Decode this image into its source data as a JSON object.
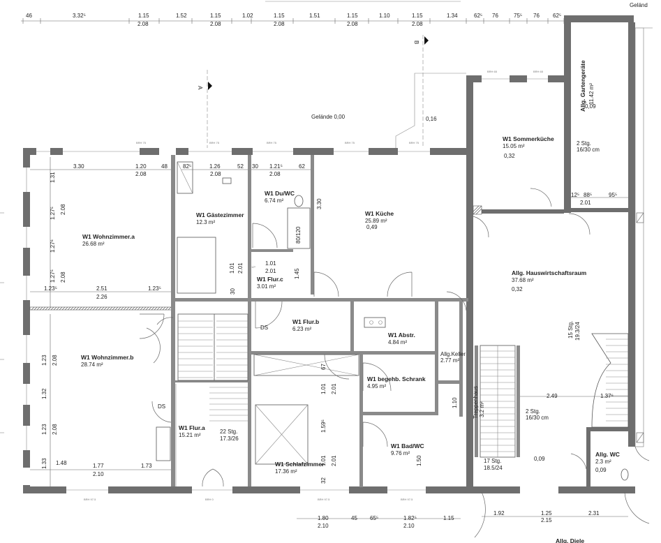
{
  "labels": {
    "gelaende_top": "Geländ",
    "gelaende_mid": "Gelände 0,00",
    "section_a": "A",
    "section_b": "B",
    "ds1": "DS",
    "ds2": "DS",
    "bottom_label": "Allg. Diele"
  },
  "rooms": [
    {
      "id": "wohnzimmer-a",
      "name": "W1 Wohnzimmer.a",
      "area": "26.68 m²",
      "level": ""
    },
    {
      "id": "wohnzimmer-b",
      "name": "W1 Wohnzimmer.b",
      "area": "28.74 m²",
      "level": ""
    },
    {
      "id": "gaestezimmer",
      "name": "W1 Gästezimmer",
      "area": "12.3 m²",
      "level": ""
    },
    {
      "id": "du-wc",
      "name": "W1 Du/WC",
      "area": "6.74 m²",
      "level": ""
    },
    {
      "id": "kueche",
      "name": "W1 Küche",
      "area": "25.89 m²",
      "level": "0,49"
    },
    {
      "id": "sommerkueche",
      "name": "W1 Sommerküche",
      "area": "15.05 m²",
      "level": "0,32"
    },
    {
      "id": "hauswirtschaft",
      "name": "Allg. Hauswirtschaftsraum",
      "area": "37.68 m²",
      "level": "0,32"
    },
    {
      "id": "flur-c",
      "name": "W1 Flur.c",
      "area": "3.01 m²",
      "level": ""
    },
    {
      "id": "flur-b",
      "name": "W1 Flur.b",
      "area": "6.23 m²",
      "level": ""
    },
    {
      "id": "abstr",
      "name": "W1 Abstr.",
      "area": "4.84 m²",
      "level": ""
    },
    {
      "id": "allg-keller",
      "name": "Allg.Keller",
      "area": "2.77 m²",
      "level": ""
    },
    {
      "id": "schrank",
      "name": "W1 begehb. Schrank",
      "area": "4.95 m²",
      "level": ""
    },
    {
      "id": "bad-wc",
      "name": "W1 Bad/WC",
      "area": "9.76 m²",
      "level": ""
    },
    {
      "id": "schlafzimmer",
      "name": "W1 Schlafzimmer",
      "area": "17.36 m²",
      "level": ""
    },
    {
      "id": "flur-a",
      "name": "W1 Flur.a",
      "area": "15.21 m²",
      "level": ""
    },
    {
      "id": "allg-wc",
      "name": "Allg. WC",
      "area": "2.3 m²",
      "level": "0,09"
    }
  ],
  "gartengeraete": {
    "name": "Allg. Gartengeräte",
    "area": "11.42 m²",
    "level": "0,09"
  },
  "treppenhaus": {
    "name": "Treppenhaus",
    "area": "3.2 m²"
  },
  "stairs": {
    "flur_a": {
      "steps": "22 Stg.",
      "ratio": "17.3/26"
    },
    "treppenhaus": {
      "steps": "17 Stg.",
      "ratio": "18.5/24"
    },
    "hwr_top": {
      "steps": "2 Stg.",
      "ratio": "16/30 cm"
    },
    "hwr_mid": {
      "steps": "2 Stg.",
      "ratio": "16/30 cm"
    },
    "hwr_right": {
      "steps": "15 Stg.",
      "ratio": "19.3/24"
    }
  },
  "top_dim_chain": [
    "46",
    "3.32⁵",
    "1.15",
    "1.52",
    "1.15",
    "1.02",
    "1.15",
    "1.51",
    "1.15",
    "1.10",
    "1.15",
    "1.34",
    "62⁵",
    "76",
    "75⁵",
    "76",
    "62⁵"
  ],
  "top_dim_chain2": [
    "2.08",
    "2.08",
    "2.08",
    "2.08",
    "2.08"
  ],
  "dims": {
    "d_330": "3.30",
    "d_120": "1.20",
    "d_208a": "2.08",
    "d_48": "48",
    "d_825": "82⁵",
    "d_126": "1.26",
    "d_52": "52",
    "d_208b": "2.08",
    "d_30": "30",
    "d_1215": "1.21⁵",
    "d_62": "62",
    "d_208c": "2.08",
    "d_330v": "3.30",
    "d_016": "0,16",
    "d_8012": "80/120",
    "d_131": "1.31",
    "d_1275a": "1.27⁵",
    "d_208v1": "2.08",
    "d_1275b": "1.27⁶",
    "d_1275c": "1.27⁵",
    "d_208v2": "2.08",
    "d_1235a": "1.23⁵",
    "d_251": "2.51",
    "d_226": "2.26",
    "d_1235b": "1.23⁵",
    "d_123a": "1.23",
    "d_208v3": "2.08",
    "d_132": "1.32",
    "d_123b": "1.23",
    "d_208v4": "2.08",
    "d_133": "1.33",
    "d_148": "1.48",
    "d_177": "1.77",
    "d_173": "1.73",
    "d_210a": "2.10",
    "d_101a": "1.01",
    "d_201a": "2.01",
    "d_101b": "1.01",
    "d_201b": "2.01",
    "d_145": "1.45",
    "d_30b": "30",
    "d_125s": "12⁵",
    "d_67": "67",
    "d_101c": "1.01",
    "d_201c": "2.01",
    "d_1595": "1.59⁵",
    "d_101d": "1.01",
    "d_201d": "2.01",
    "d_150": "1.50",
    "d_32": "32",
    "d_110": "1.10",
    "d_249": "2.49",
    "d_1376": "1.37⁶",
    "d_009": "0,09",
    "d_125g": "12⁵",
    "d_885": "88⁵",
    "d_955": "95⁵",
    "d_201g": "2.01",
    "b_180": "1.80",
    "b_45": "45",
    "b_655": "65⁵",
    "b_1825": "1.82⁵",
    "b_115": "1.15",
    "b_210": "2.10",
    "b_192": "1.92",
    "b_125": "1.25",
    "b_231": "2.31",
    "b_215": "2.15"
  }
}
